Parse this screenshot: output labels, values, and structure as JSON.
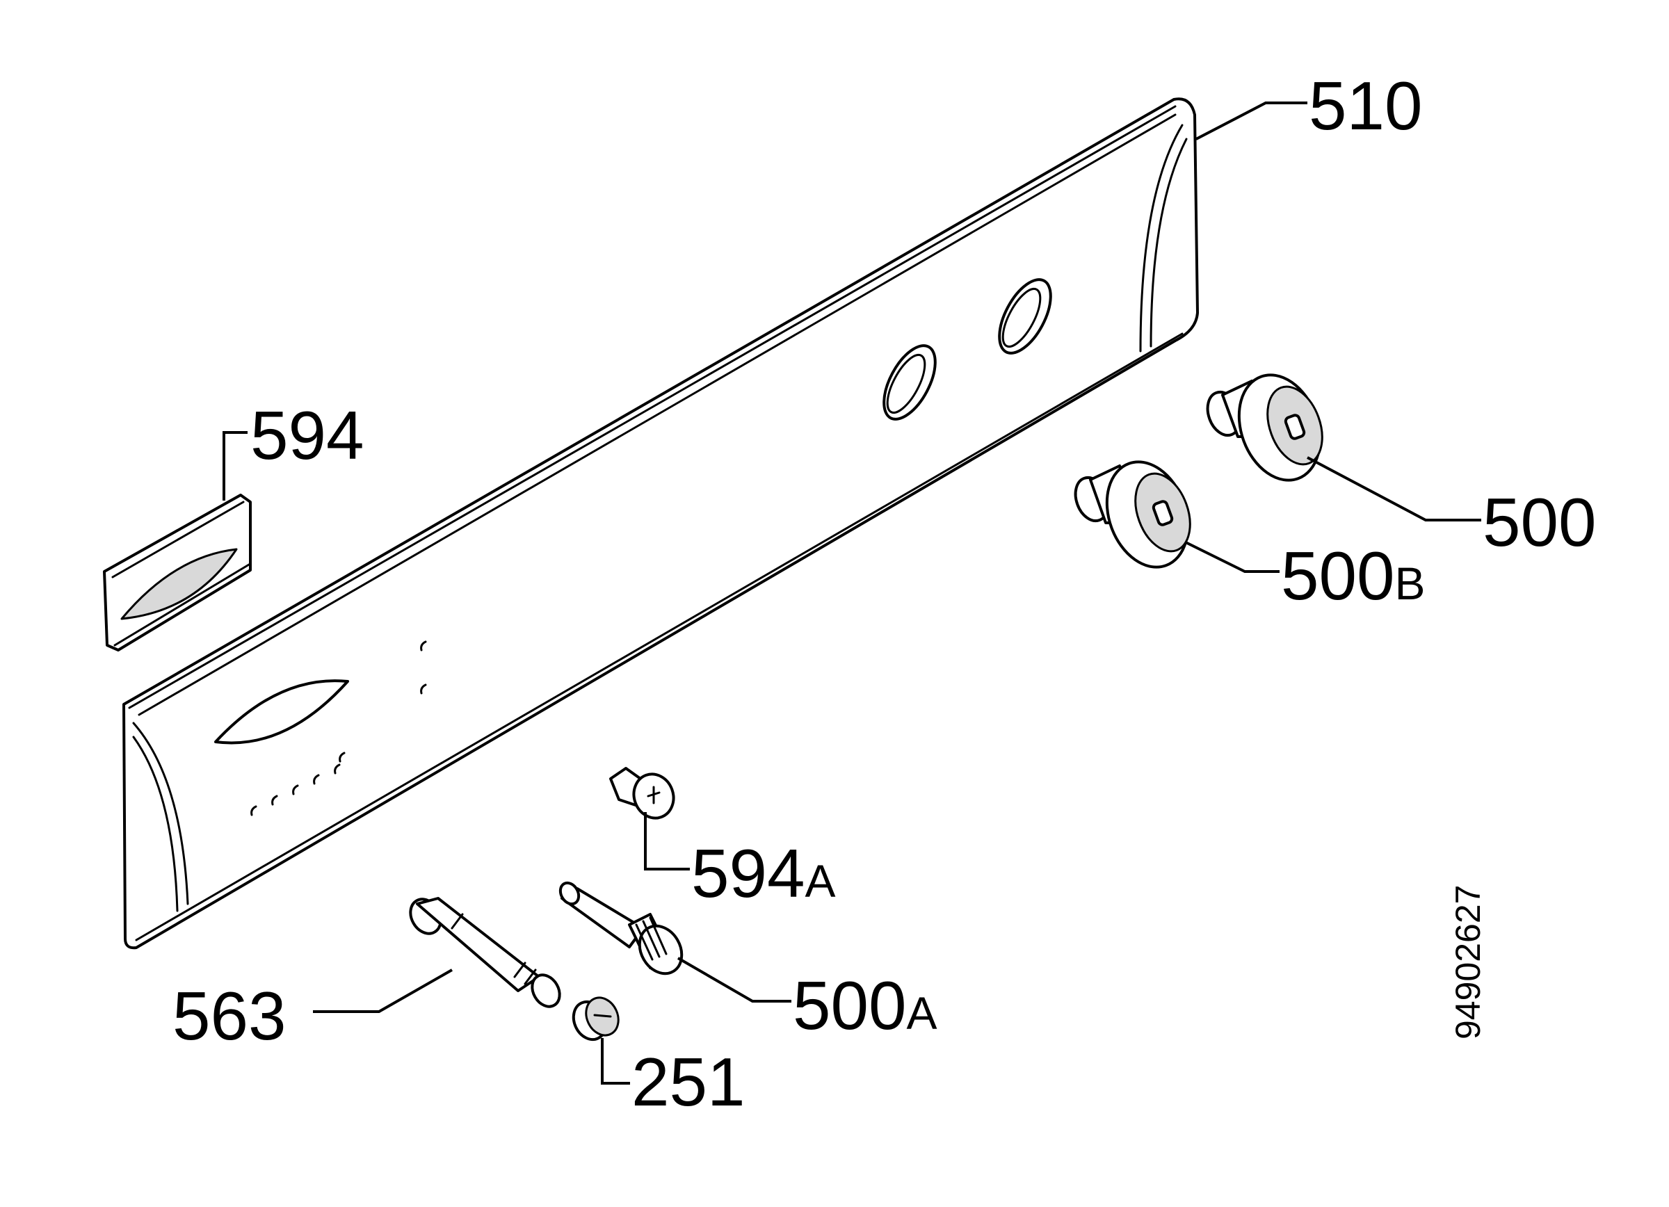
{
  "colors": {
    "line": "#000000",
    "background": "#ffffff",
    "shade": "#d9d9d9"
  },
  "callouts": {
    "c510": {
      "number": "510",
      "suffix": ""
    },
    "c594": {
      "number": "594",
      "suffix": ""
    },
    "c500": {
      "number": "500",
      "suffix": ""
    },
    "c500b": {
      "number": "500",
      "suffix": "B"
    },
    "c594a": {
      "number": "594",
      "suffix": "A"
    },
    "c500a": {
      "number": "500",
      "suffix": "A"
    },
    "c563": {
      "number": "563",
      "suffix": ""
    },
    "c251": {
      "number": "251",
      "suffix": ""
    }
  },
  "document_number": "94902627"
}
